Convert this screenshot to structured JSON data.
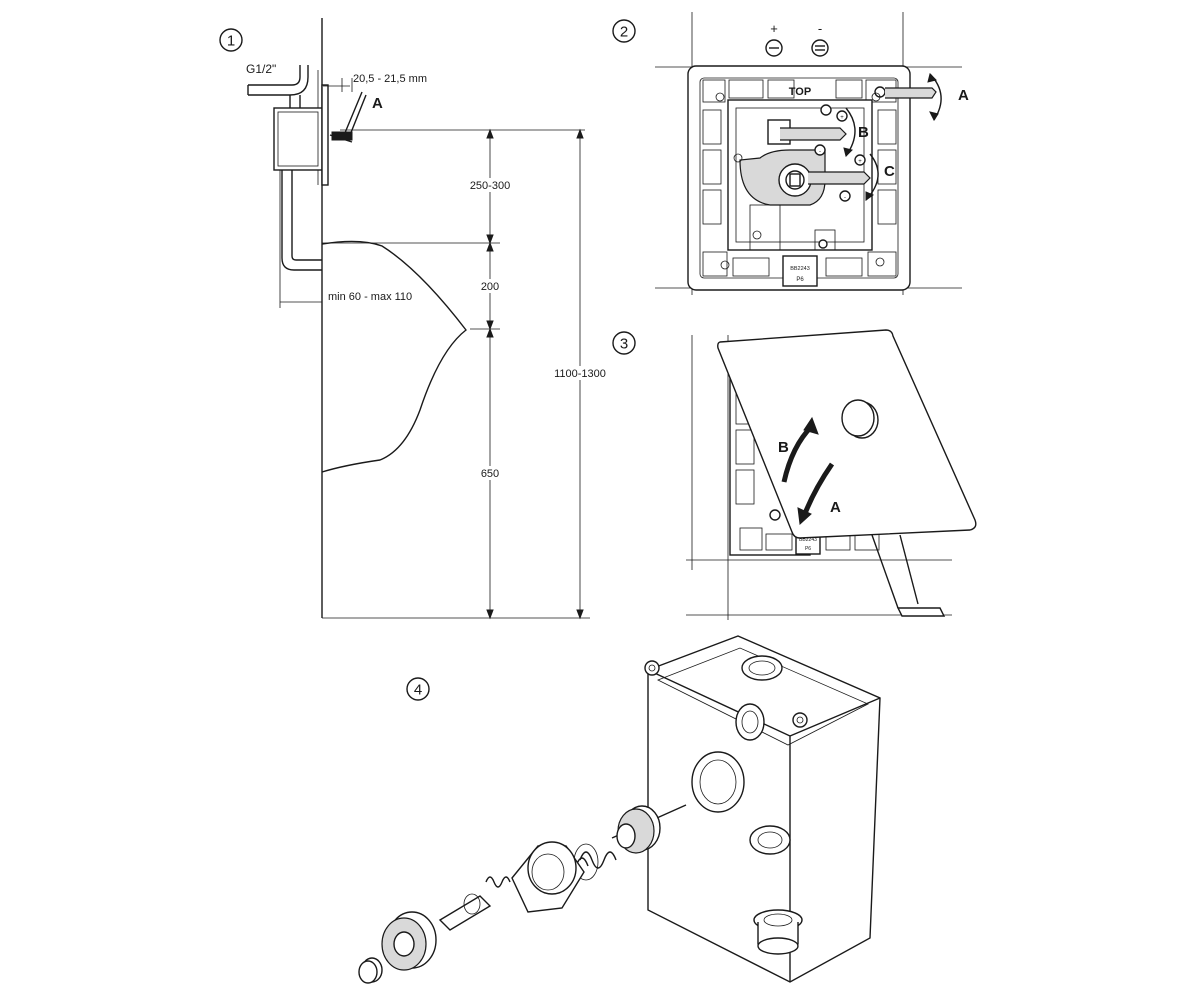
{
  "steps": {
    "s1": "1",
    "s2": "2",
    "s3": "3",
    "s4": "4"
  },
  "fig1": {
    "pipe_label": "G1/2\"",
    "depth_label": "20,5 - 21,5 mm",
    "marker_a": "A",
    "dim_top": "250-300",
    "dim_mid": "200",
    "dim_low": "650",
    "dim_total": "1100-1300",
    "projection": "min 60 - max 110"
  },
  "fig2": {
    "plus": "+",
    "minus": "-",
    "top_label": "TOP",
    "marker_a": "A",
    "marker_b": "B",
    "marker_c": "C",
    "tag_code": "BB2243",
    "tag_sub": "P6"
  },
  "fig3": {
    "marker_a": "A",
    "marker_b": "B",
    "tag_code": "BB2243",
    "tag_sub": "P6"
  }
}
